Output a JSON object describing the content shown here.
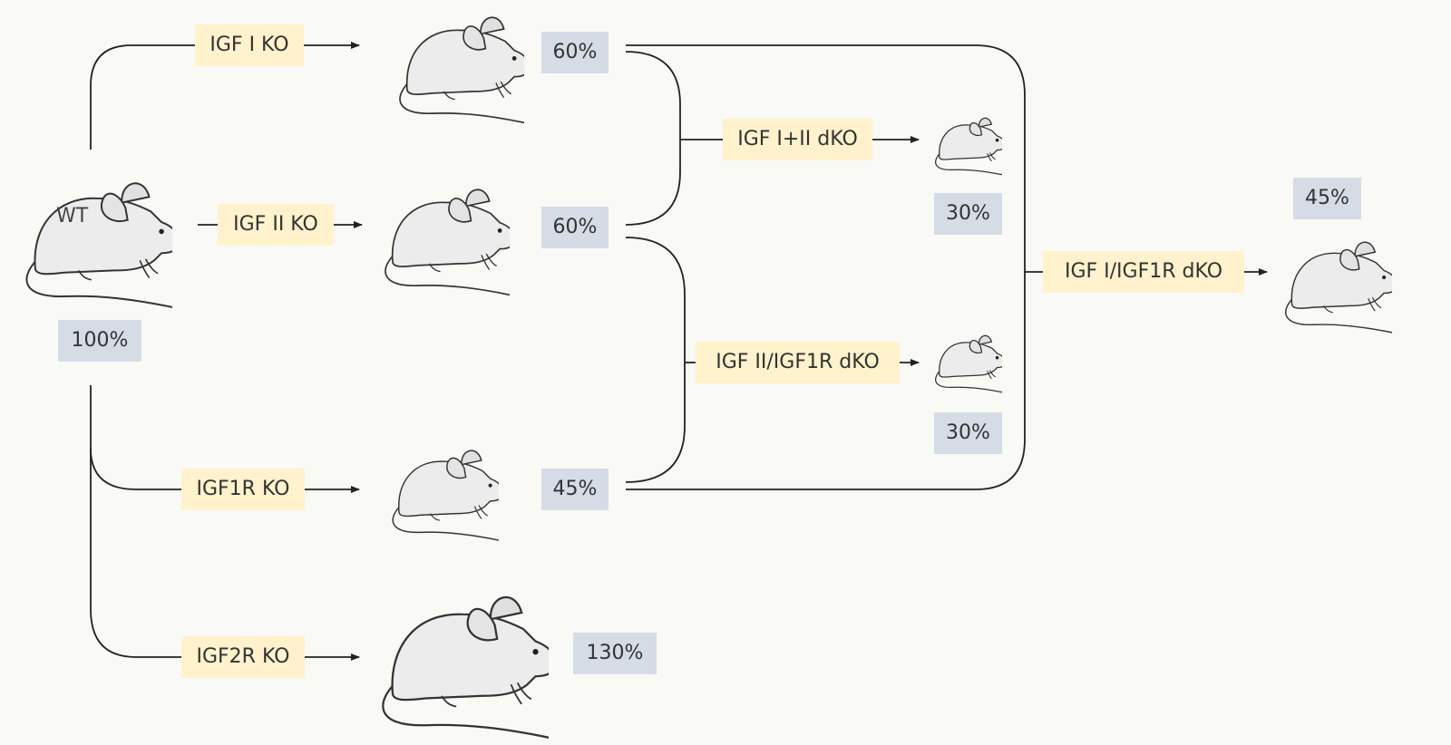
{
  "wt": {
    "label": "WT",
    "percent": "100%"
  },
  "ko": {
    "igf1": {
      "label": "IGF I KO",
      "percent": "60%"
    },
    "igf2": {
      "label": "IGF II KO",
      "percent": "60%"
    },
    "igf1r": {
      "label": "IGF1R KO",
      "percent": "45%"
    },
    "igf2r": {
      "label": "IGF2R KO",
      "percent": "130%"
    }
  },
  "dko": {
    "igf1_2": {
      "label": "IGF I+II dKO",
      "percent": "30%"
    },
    "igf2_igf1r": {
      "label": "IGF II/IGF1R dKO",
      "percent": "30%"
    },
    "igf1_igf1r": {
      "label": "IGF I/IGF1R dKO",
      "percent": "45%"
    }
  },
  "colors": {
    "label_fill": "#fff2cc",
    "percent_fill": "#d6dce6",
    "line": "#222222",
    "mouse_body": "#ececec",
    "background": "#f9f9f6"
  }
}
